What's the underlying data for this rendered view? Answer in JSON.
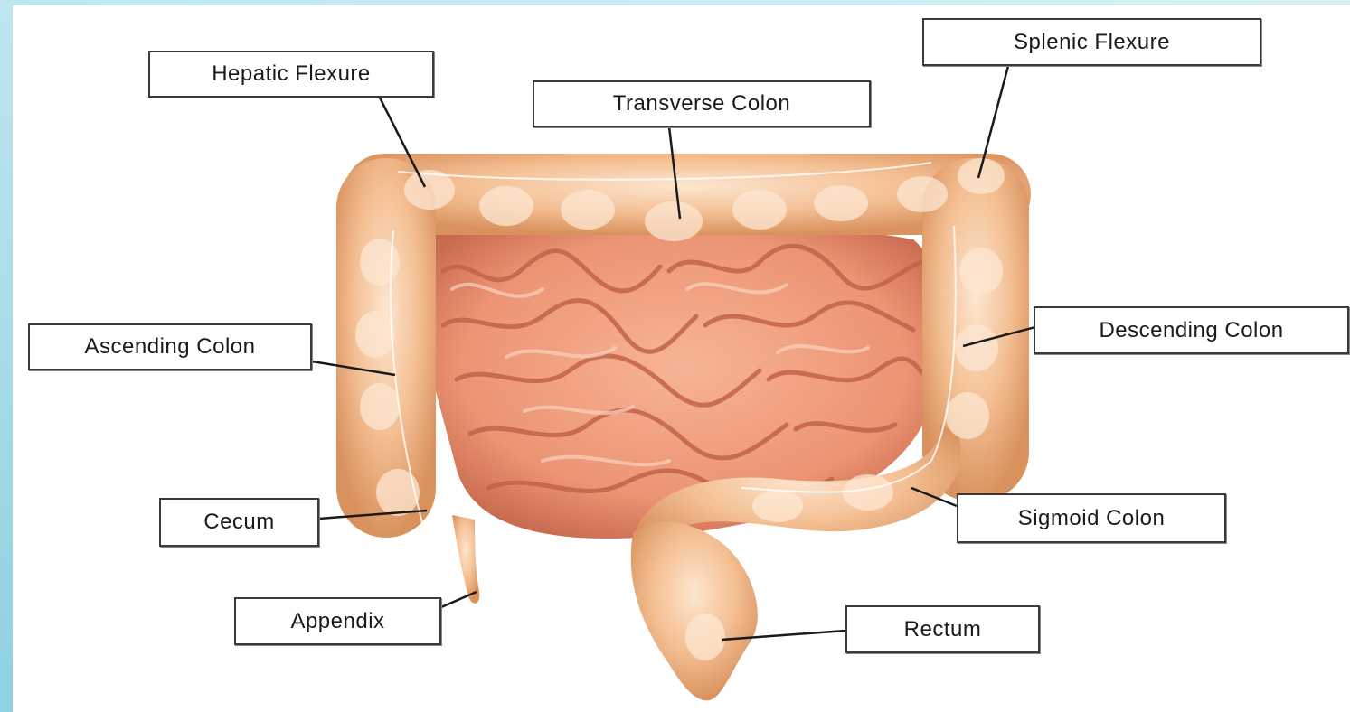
{
  "labels": {
    "hepatic_flexure": "Hepatic Flexure",
    "transverse_colon": "Transverse Colon",
    "splenic_flexure": "Splenic Flexure",
    "ascending_colon": "Ascending Colon",
    "descending_colon": "Descending Colon",
    "cecum": "Cecum",
    "sigmoid_colon": "Sigmoid Colon",
    "appendix": "Appendix",
    "rectum": "Rectum"
  },
  "colors": {
    "colon": "#f2b889",
    "colon_highlight": "#fbe2c8",
    "small_intestine": "#ee9a7a",
    "small_intestine_fold": "#c8614a",
    "frame": "#8fd0e3"
  }
}
